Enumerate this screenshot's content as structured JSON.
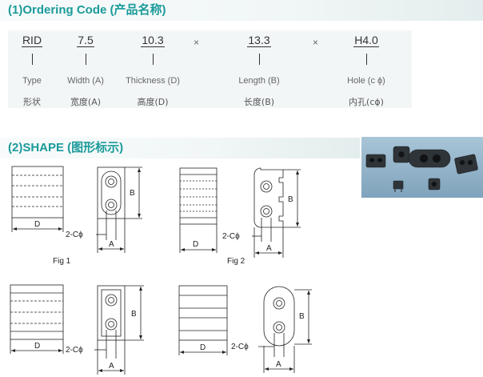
{
  "section1": {
    "title": "(1)Ordering Code (产品名称)"
  },
  "ordering": {
    "columns": [
      {
        "code": "RID",
        "en": "Type",
        "cn": "形状"
      },
      {
        "code": "7.5",
        "en": "Width (A)",
        "cn": "宽度(A)"
      },
      {
        "code": "10.3",
        "en": "Thickness (D)",
        "cn": "高度(D)"
      },
      {
        "code": "13.3",
        "en": "Length (B)",
        "cn": "长度(B)"
      },
      {
        "code": "H4.0",
        "en": "Hole (c ϕ)",
        "cn": "内孔(cϕ)"
      }
    ],
    "separator": "×"
  },
  "section2": {
    "title": "(2)SHAPE (图形标示)"
  },
  "figures": {
    "dim_A": "A",
    "dim_B": "B",
    "dim_D": "D",
    "hole": "2-Cϕ",
    "fig1": "Fig 1",
    "fig2": "Fig 2"
  },
  "colors": {
    "heading": "#1b9a9a",
    "box": "#f3f6f7",
    "photo_bg": "#8fb2c8"
  }
}
